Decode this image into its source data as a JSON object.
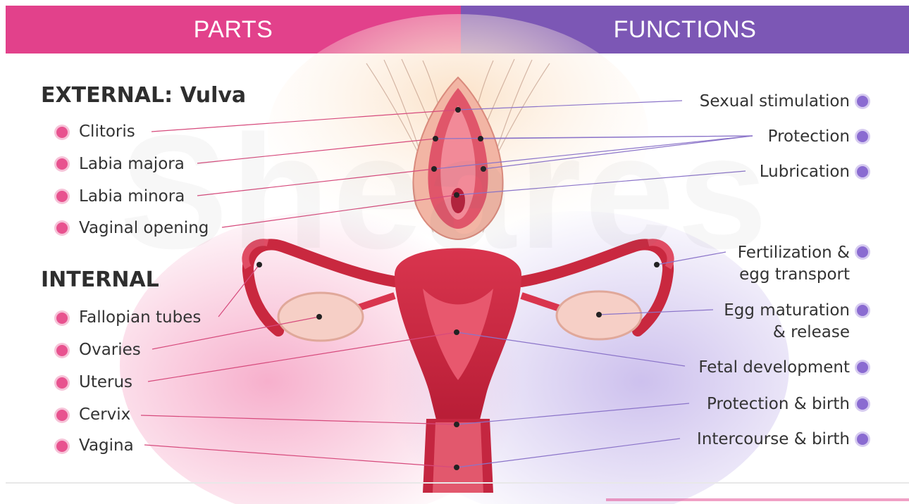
{
  "header": {
    "parts_label": "PARTS",
    "functions_label": "FUNCTIONS"
  },
  "external": {
    "heading_prefix": "EXTERNAL:",
    "heading_suffix": "Vulva",
    "items": [
      "Clitoris",
      "Labia majora",
      "Labia minora",
      "Vaginal opening"
    ]
  },
  "internal": {
    "heading": "INTERNAL",
    "items": [
      "Fallopian tubes",
      "Ovaries",
      "Uterus",
      "Cervix",
      "Vagina"
    ]
  },
  "functions": [
    "Sexual stimulation",
    "Protection",
    "Lubrication",
    "Fertilization &",
    "egg transport",
    "Egg maturation",
    "& release",
    "Fetal development",
    "Protection & birth",
    "Intercourse & birth"
  ],
  "watermark": "Sheares",
  "colors": {
    "parts": "#e2418b",
    "functions": "#7c57b5",
    "tissue": "#c9283f"
  }
}
